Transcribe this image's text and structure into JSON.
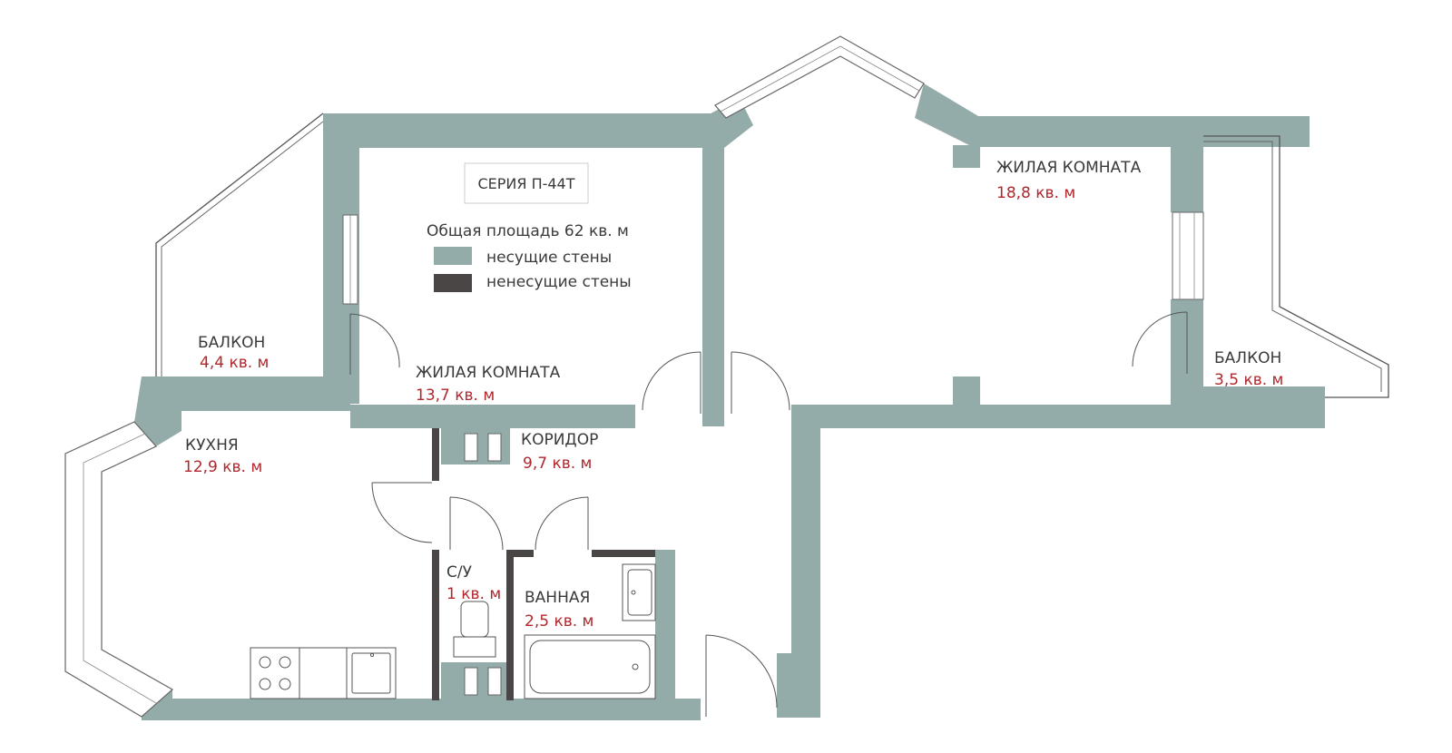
{
  "plan": {
    "series": "СЕРИЯ П-44Т",
    "total_area": "Общая площадь 62 кв. м",
    "legend": [
      {
        "label": "несущие стены",
        "color": "#93acaa"
      },
      {
        "label": "ненесущие стены",
        "color": "#4a4646"
      }
    ],
    "rooms": [
      {
        "name": "БАЛКОН",
        "area": "4,4 кв. м"
      },
      {
        "name": "ЖИЛАЯ КОМНАТА",
        "area": "13,7 кв. м"
      },
      {
        "name": "ЖИЛАЯ КОМНАТА",
        "area": "18,8 кв. м"
      },
      {
        "name": "БАЛКОН",
        "area": "3,5 кв. м"
      },
      {
        "name": "КУХНЯ",
        "area": "12,9 кв. м"
      },
      {
        "name": "КОРИДОР",
        "area": "9,7 кв. м"
      },
      {
        "name": "С/У",
        "area": "1 кв. м"
      },
      {
        "name": "ВАННАЯ",
        "area": "2,5 кв. м"
      }
    ]
  }
}
